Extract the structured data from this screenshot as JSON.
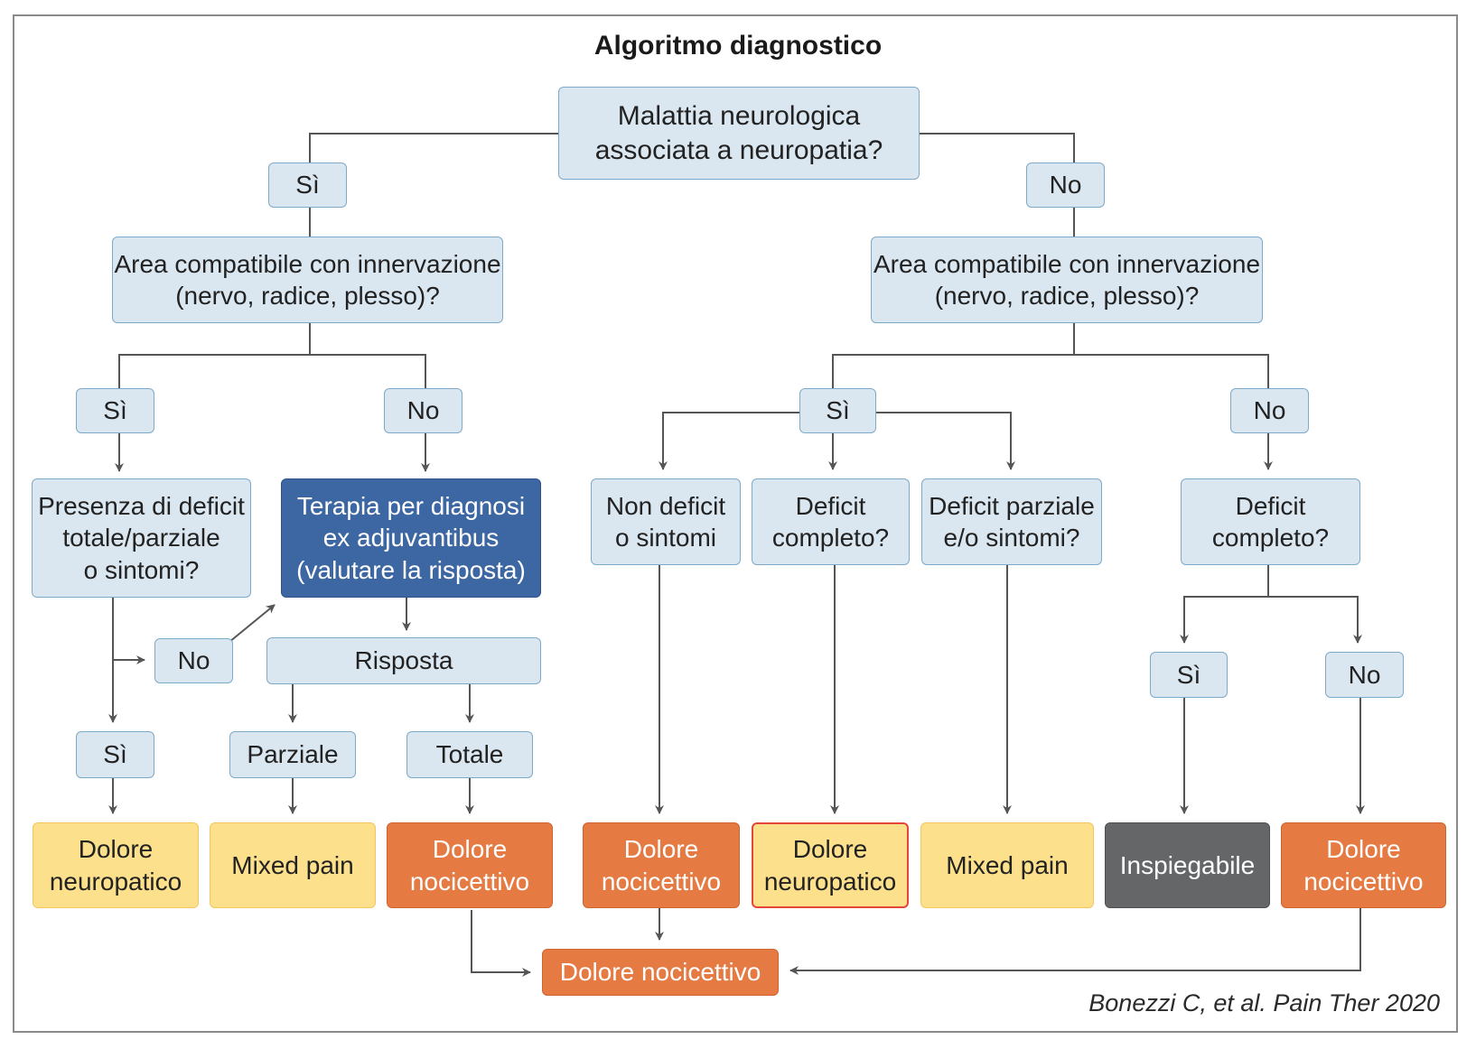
{
  "title": "Algoritmo diagnostico",
  "credit": "Bonezzi C, et al. Pain Ther 2020",
  "nodes": {
    "root": "Malattia neurologica\nassociata a neuropatia?",
    "yes1": "Sì",
    "no1": "No",
    "area_left": "Area compatibile con innervazione\n(nervo, radice, plesso)?",
    "area_right": "Area compatibile con innervazione\n(nervo, radice, plesso)?",
    "yes2": "Sì",
    "no2": "No",
    "yes3": "Sì",
    "no3": "No",
    "deficit_presence": "Presenza di deficit\ntotale/parziale\no sintomi?",
    "therapy": "Terapia per diagnosi\nex adjuvantibus\n(valutare la risposta)",
    "no_small": "No",
    "risposta": "Risposta",
    "yes_left_bottom": "Sì",
    "parziale": "Parziale",
    "totale": "Totale",
    "non_deficit": "Non deficit\no sintomi",
    "deficit_completo_mid": "Deficit\ncompleto?",
    "deficit_parziale": "Deficit parziale\ne/o sintomi?",
    "deficit_completo_right": "Deficit\ncompleto?",
    "yes4": "Sì",
    "no4": "No",
    "out_neuro_1": "Dolore\nneuropatico",
    "out_mixed_1": "Mixed pain",
    "out_noci_1": "Dolore\nnocicettivo",
    "out_noci_2": "Dolore\nnocicettivo",
    "out_neuro_2": "Dolore\nneuropatico",
    "out_mixed_2": "Mixed pain",
    "out_inspiegabile": "Inspiegabile",
    "out_noci_3": "Dolore\nnocicettivo",
    "final_noci": "Dolore nocicettivo"
  },
  "colors": {
    "question_fill": "#dbe7f0",
    "question_border": "#7eaac9",
    "therapy_fill": "#3d67a3",
    "neuropathic_fill": "#fde08c",
    "nociceptive_fill": "#e57a43",
    "unexplained_fill": "#656668",
    "highlight_border": "#e5473a",
    "connector": "#555555"
  }
}
